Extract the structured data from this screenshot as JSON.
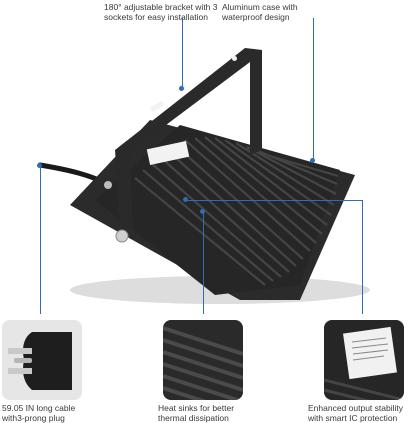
{
  "captions": {
    "bracket": [
      "180° adjustable bracket with 3",
      "sockets for easy installation"
    ],
    "case": [
      "Aluminum case with",
      "waterproof design"
    ],
    "cable": [
      "59.05 IN long cable",
      "with3-prong plug"
    ],
    "heatsink": [
      "Heat sinks for better",
      "thermal dissipation"
    ],
    "protection": [
      "Enhanced output stability",
      "with smart IC protection"
    ]
  },
  "colors": {
    "accent": "#2e6db4",
    "housing": "#262626",
    "fin": "#3b3b3b",
    "bracket": "#2a2a2a"
  }
}
